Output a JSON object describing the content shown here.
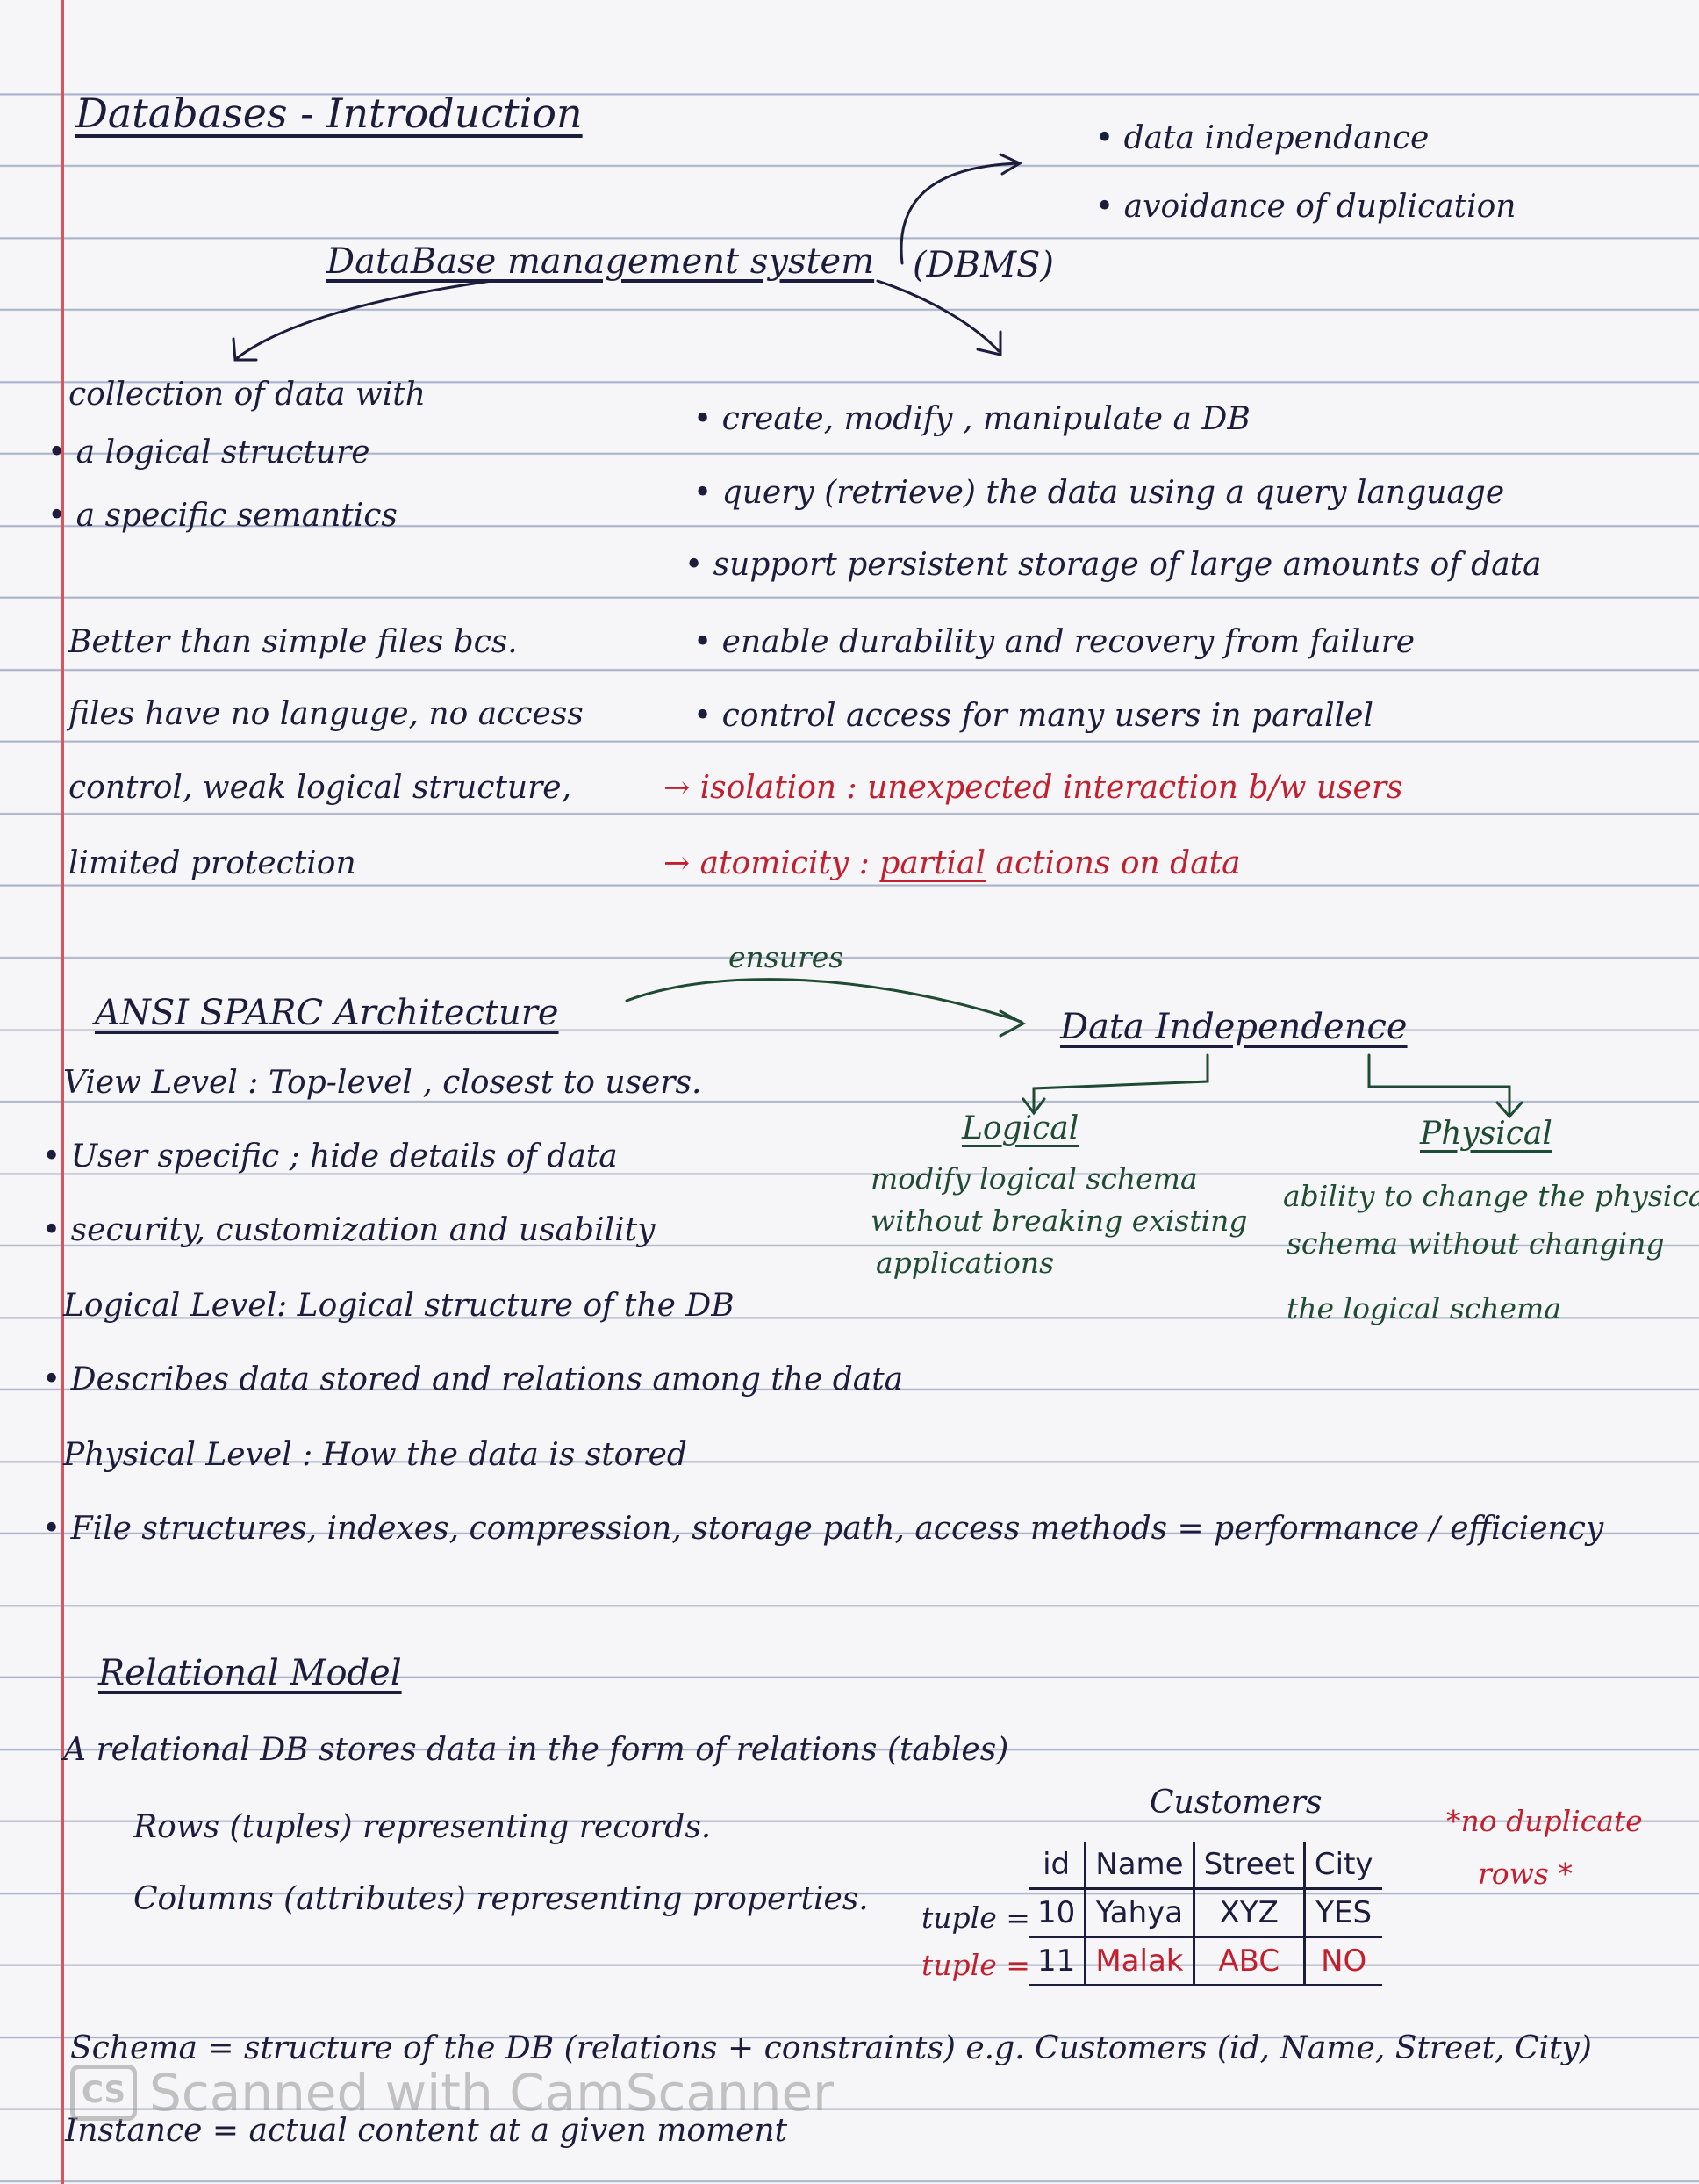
{
  "title": "Databases  -  Introduction",
  "dbms": {
    "center": "DataBase  management system",
    "acronym": "(DBMS)",
    "features": [
      "• data independance",
      "• avoidance of duplication"
    ],
    "left": [
      "collection of data with",
      "• a logical structure",
      "• a specific semantics",
      "Better than simple files bcs.",
      "files have no languge, no access",
      "control, weak logical structure,",
      "limited protection"
    ],
    "right": [
      "• create, modify , manipulate a DB",
      "• query (retrieve) the data using a query language",
      "• support persistent storage of large amounts of data",
      "• enable durability and recovery from failure",
      "• control access for many users in parallel"
    ],
    "isolation": "→ isolation : unexpected interaction b/w users",
    "atomicity_prefix": "→ atomicity : ",
    "atomicity_word": "partial",
    "atomicity_rest": " actions on data"
  },
  "ansi": {
    "heading": "ANSI  SPARC  Architecture",
    "ensures": "ensures",
    "data_independence": "Data Independence",
    "logical_label": "Logical",
    "logical_desc": [
      "modify logical schema",
      "without breaking existing",
      "applications"
    ],
    "physical_label": "Physical",
    "physical_desc": [
      "ability to change the physical",
      "schema without changing",
      "the logical schema"
    ],
    "lines": [
      "View  Level :  Top-level ,  closest to users.",
      "• User specific ; hide details of data",
      "• security, customization and usability",
      "Logical Level:  Logical structure of the DB",
      "• Describes data  stored and relations among the data",
      "Physical Level :  How  the data is stored",
      "• File structures, indexes, compression, storage path, access  methods  =  performance / efficiency"
    ]
  },
  "relational": {
    "heading": "Relational  Model",
    "line1": "A relational  DB  stores data in the form of relations (tables)",
    "line2": "Rows (tuples) representing records.",
    "line3": "Columns (attributes) representing properties.",
    "table_title": "Customers",
    "columns": [
      "id",
      "Name",
      "Street",
      "City"
    ],
    "rows": [
      [
        "10",
        "Yahya",
        "XYZ",
        "YES"
      ],
      [
        "11",
        "Malak",
        "ABC",
        "NO"
      ]
    ],
    "tuple_label": "tuple =",
    "no_dup_1": "*no duplicate",
    "no_dup_2": "rows *",
    "schema": "Schema = structure of the DB (relations + constraints) e.g. Customers (id, Name, Street, City)",
    "instance": "Instance = actual  content  at a  given moment"
  },
  "watermark": {
    "logo": "CS",
    "text": "Scanned with CamScanner"
  },
  "colors": {
    "ink": "#1c1c3c",
    "red_ink": "#c2202e",
    "green_ink": "#1f4a33",
    "margin": "#d9545f",
    "rule": "#aab3c9"
  }
}
